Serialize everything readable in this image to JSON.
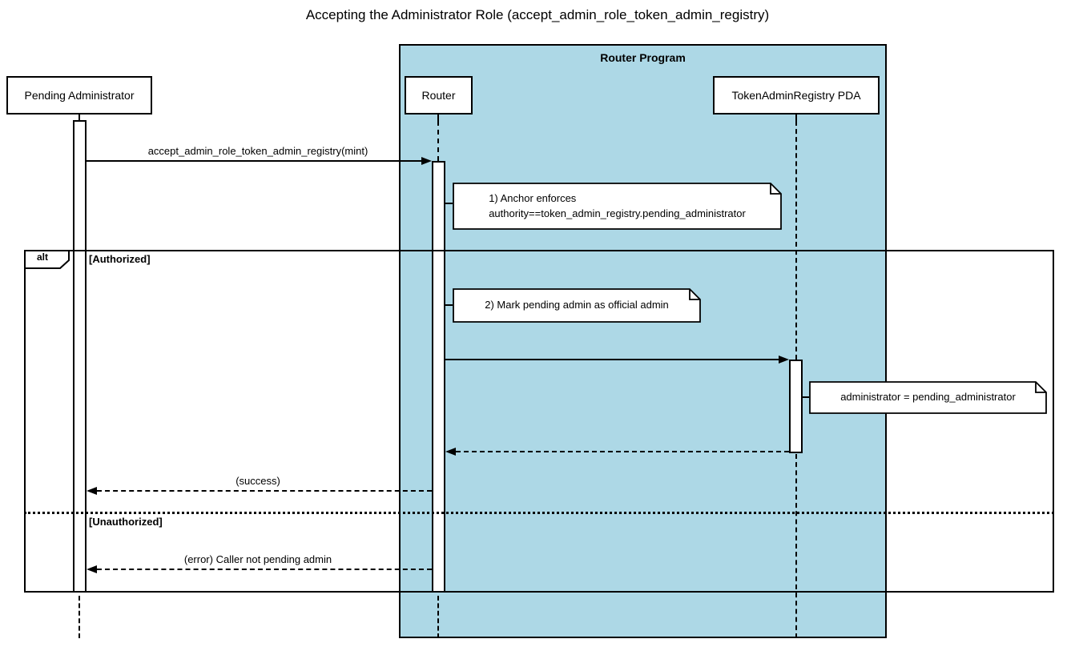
{
  "title": "Accepting the Administrator Role (accept_admin_role_token_admin_registry)",
  "colors": {
    "container_fill": "#add8e6",
    "stroke": "#000000",
    "note_fill": "#ffffff",
    "background": "#ffffff"
  },
  "container": {
    "label": "Router Program"
  },
  "participants": {
    "pending_admin": {
      "label": "Pending Administrator"
    },
    "router": {
      "label": "Router"
    },
    "token_admin_registry_pda": {
      "label": "TokenAdminRegistry PDA"
    }
  },
  "messages": {
    "accept_call": {
      "label": "accept_admin_role_token_admin_registry(mint)",
      "type": "call"
    },
    "update_admin_call": {
      "label": "",
      "type": "call"
    },
    "pda_return": {
      "label": "",
      "type": "return"
    },
    "success_return": {
      "label": "(success)",
      "type": "return"
    },
    "error_return": {
      "label": "(error) Caller not pending admin",
      "type": "return"
    }
  },
  "notes": {
    "anchor_enforces": {
      "line1": "1) Anchor enforces",
      "line2": "authority==token_admin_registry.pending_administrator"
    },
    "mark_admin": {
      "text": "2) Mark pending admin as official admin"
    },
    "set_admin": {
      "text": "administrator = pending_administrator"
    }
  },
  "alt_frame": {
    "operator": "alt",
    "authorized_guard": "[Authorized]",
    "unauthorized_guard": "[Unauthorized]"
  }
}
